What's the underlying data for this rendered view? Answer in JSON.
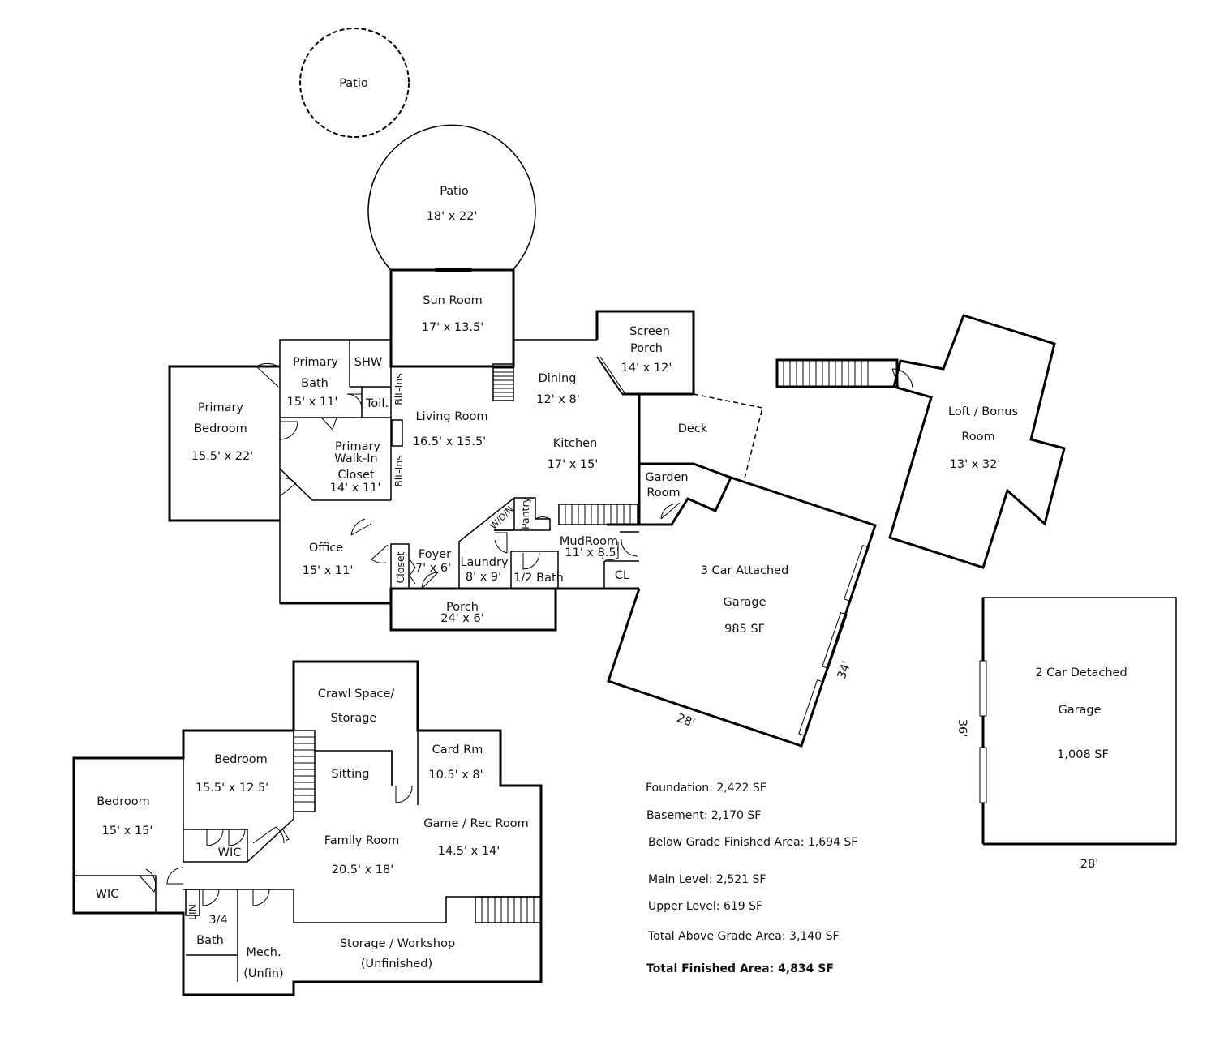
{
  "rooms": {
    "patio_small": "Patio",
    "patio_name": "Patio",
    "patio_dim": "18' x 22'",
    "sunroom_name": "Sun Room",
    "sunroom_dim": "17' x 13.5'",
    "screen_name_1": "Screen",
    "screen_name_2": "Porch",
    "screen_dim": "14' x 12'",
    "primary_bath_1": "Primary",
    "primary_bath_2": "Bath",
    "primary_bath_dim": "15' x 11'",
    "shw": "SHW",
    "toil": "Toil.",
    "blt_ins_upper": "Blt-Ins",
    "blt_ins_lower": "Blt-Ins",
    "primary_bed_1": "Primary",
    "primary_bed_2": "Bedroom",
    "primary_bed_dim": "15.5' x 22'",
    "wic_1": "Primary",
    "wic_2": "Walk-In",
    "wic_3": "Closet",
    "wic_dim": "14' x 11'",
    "living_name": "Living Room",
    "living_dim": "16.5' x 15.5'",
    "dining_name": "Dining",
    "dining_dim": "12' x 8'",
    "kitchen_name": "Kitchen",
    "kitchen_dim": "17' x 15'",
    "deck": "Deck",
    "garden_1": "Garden",
    "garden_2": "Room",
    "office_name": "Office",
    "office_dim": "15' x 11'",
    "closet": "Closet",
    "foyer_name": "Foyer",
    "foyer_dim": "7' x 6'",
    "laundry_name": "Laundry",
    "laundry_dim": "8' x 9'",
    "wdn": "W/D/N",
    "pantry": "Pantry",
    "half_bath": "1/2 Bath",
    "mudroom_name": "MudRoom",
    "mudroom_dim": "11' x 8.5'",
    "cl": "CL",
    "porch_name": "Porch",
    "porch_dim": "24' x 6'",
    "garage3_1": "3 Car Attached",
    "garage3_2": "Garage",
    "garage3_sf": "985 SF",
    "garage3_w": "28'",
    "garage3_d": "34'",
    "loft_1": "Loft / Bonus",
    "loft_2": "Room",
    "loft_dim": "13' x 32'",
    "garage2_1": "2 Car Detached",
    "garage2_2": "Garage",
    "garage2_sf": "1,008 SF",
    "garage2_d": "36'",
    "garage2_w": "28'",
    "crawl_1": "Crawl Space/",
    "crawl_2": "Storage",
    "bsmt_bed1_name": "Bedroom",
    "bsmt_bed1_dim": "15.5' x 12.5'",
    "bsmt_bed2_name": "Bedroom",
    "bsmt_bed2_dim": "15' x 15'",
    "sitting": "Sitting",
    "card_name": "Card Rm",
    "card_dim": "10.5' x 8'",
    "game_name": "Game / Rec Room",
    "game_dim": "14.5' x 14'",
    "family_name": "Family Room",
    "family_dim": "20.5' x 18'",
    "wic_a": "WIC",
    "wic_b": "WIC",
    "lin": "LIN",
    "bath34_1": "3/4",
    "bath34_2": "Bath",
    "mech_1": "Mech.",
    "mech_2": "(Unfin)",
    "storage_1": "Storage / Workshop",
    "storage_2": "(Unfinished)"
  },
  "summary": {
    "foundation": "Foundation: 2,422 SF",
    "basement": "Basement: 2,170 SF",
    "below_grade": "Below Grade Finished Area: 1,694 SF",
    "main_level": "Main Level: 2,521 SF",
    "upper_level": "Upper Level: 619 SF",
    "above_grade": "Total Above Grade Area: 3,140 SF",
    "total_finished": "Total Finished Area: 4,834 SF"
  }
}
